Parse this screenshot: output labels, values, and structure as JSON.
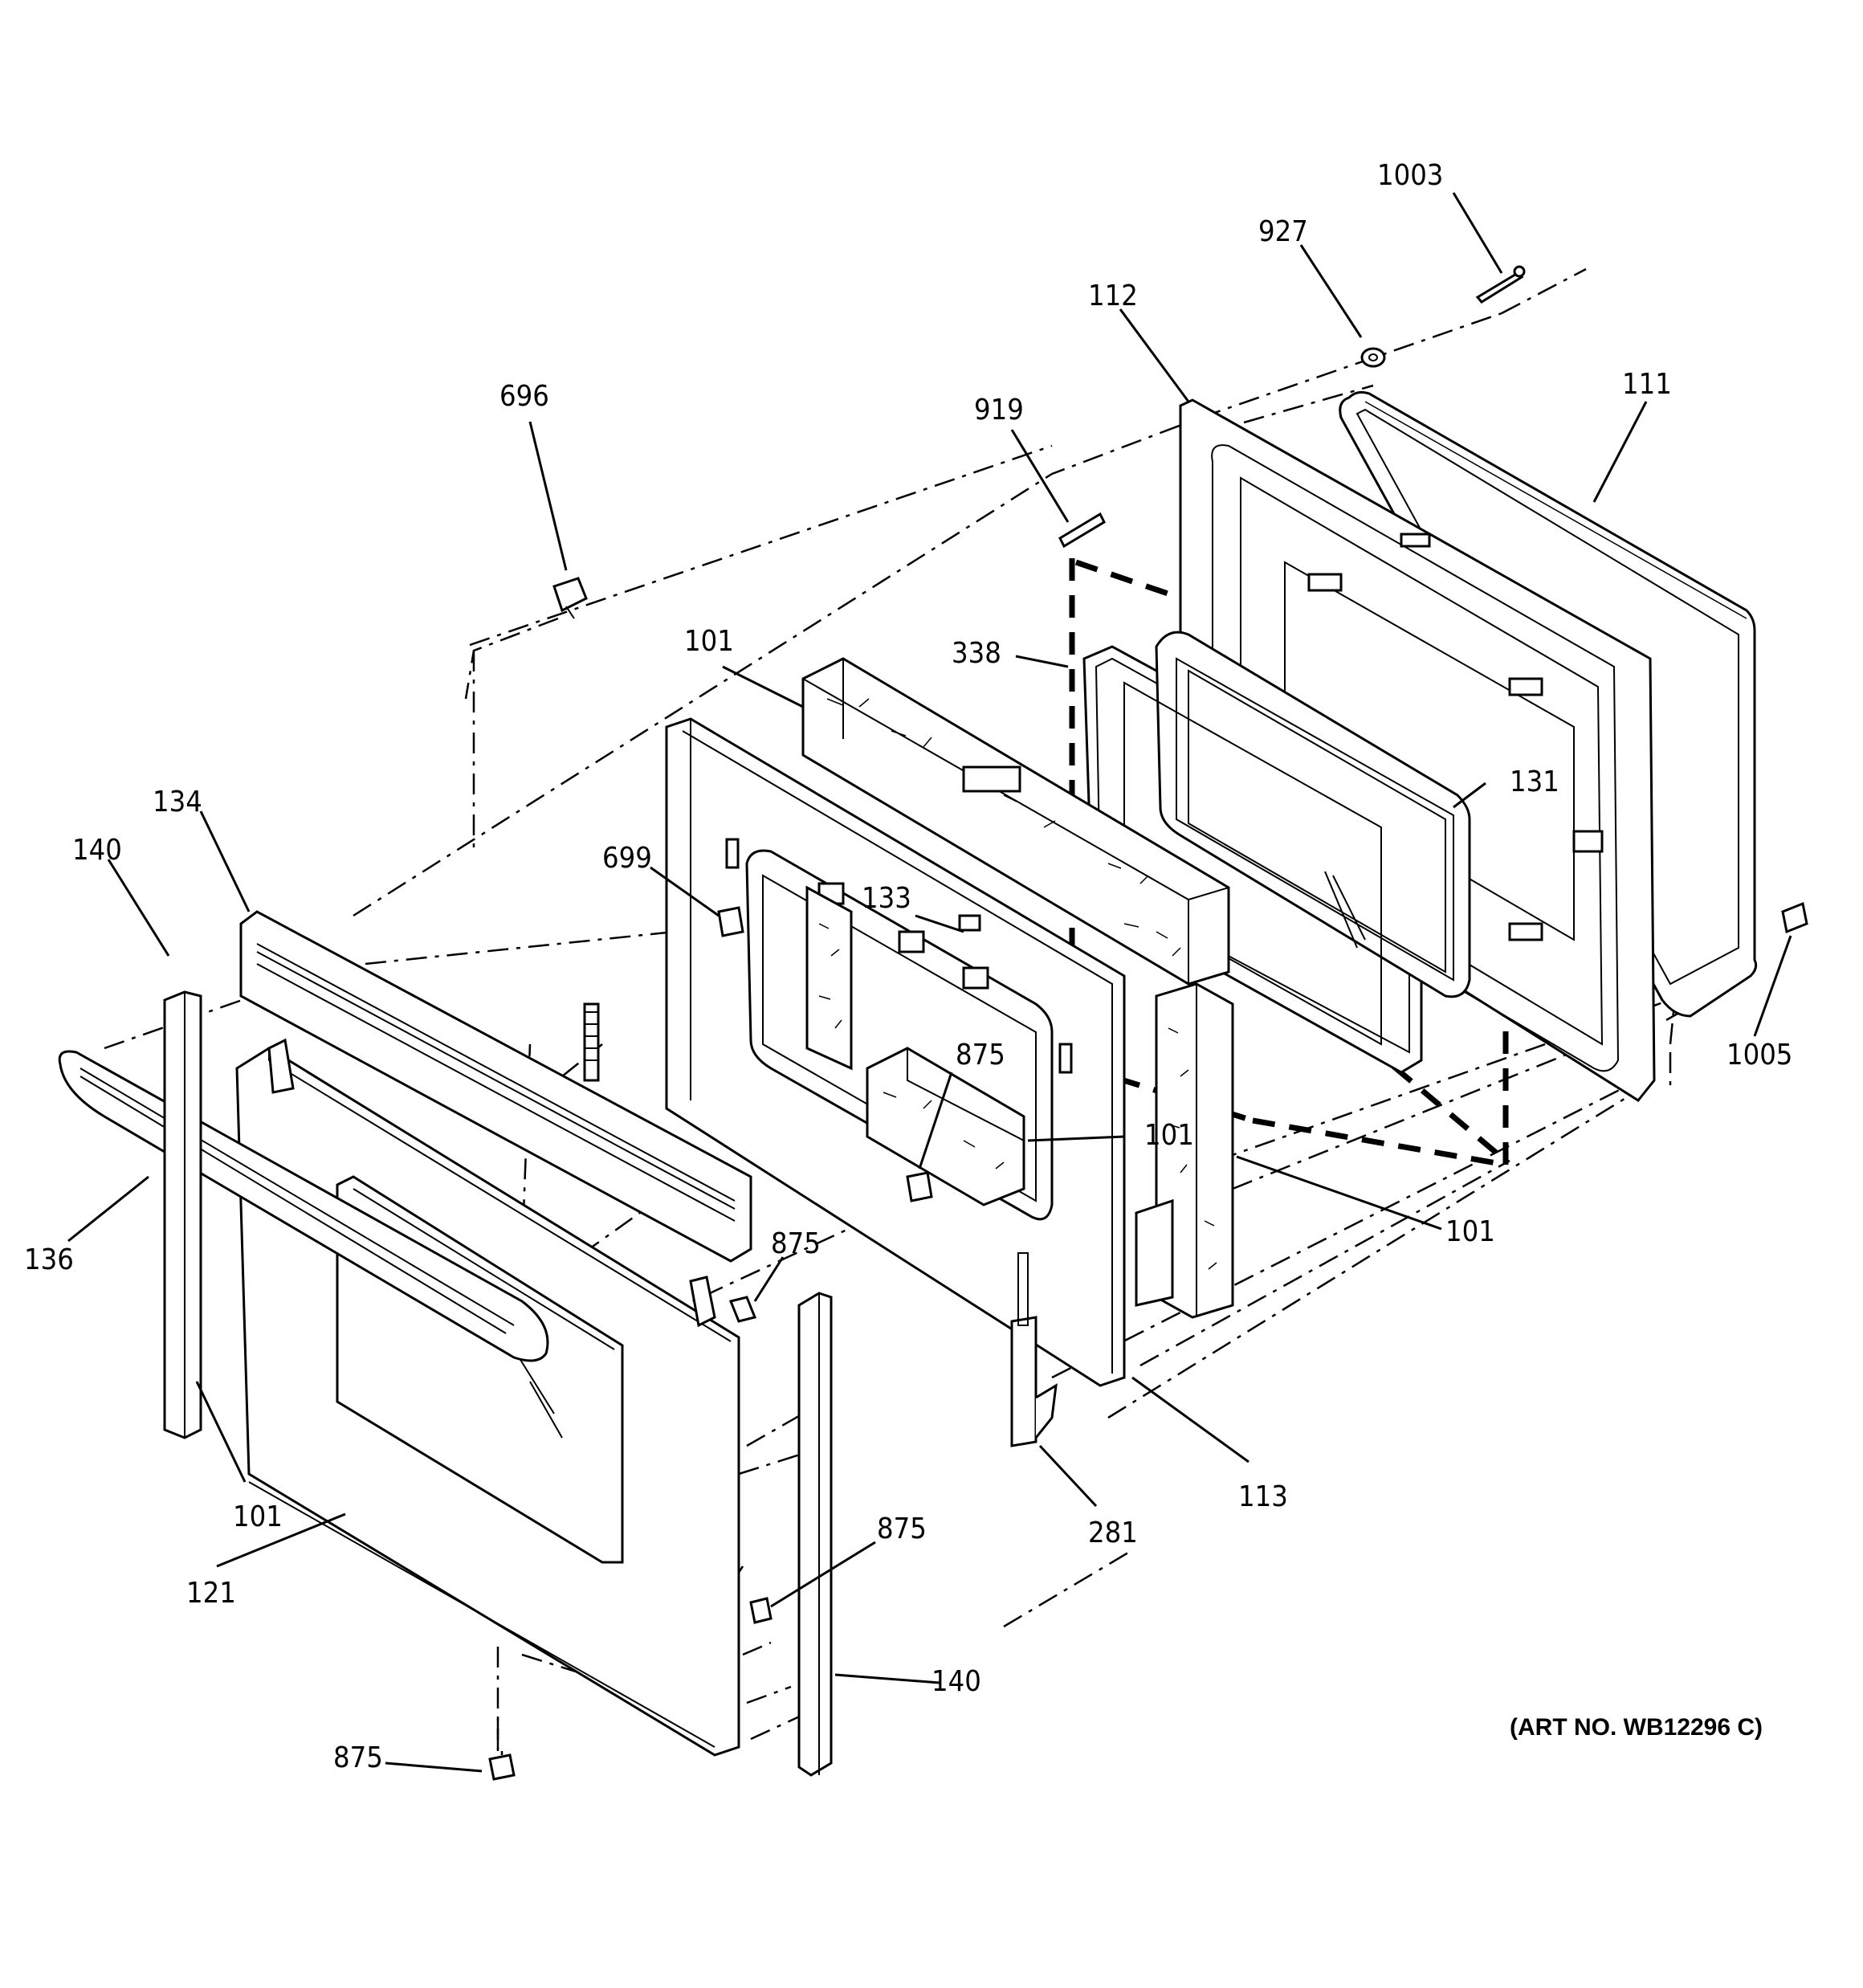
{
  "callouts": {
    "p1003": "1003",
    "p927": "927",
    "p112": "112",
    "p111": "111",
    "p696": "696",
    "p919": "919",
    "p101_top": "101",
    "p338": "338",
    "p131": "131",
    "p134": "134",
    "p140_left": "140",
    "p699": "699",
    "p133": "133",
    "p875_center": "875",
    "p101_center": "101",
    "p1005": "1005",
    "p101_right": "101",
    "p136": "136",
    "p875_mid": "875",
    "p101_left": "101",
    "p113": "113",
    "p281": "281",
    "p121": "121",
    "p875_lower": "875",
    "p140_right": "140",
    "p875_bottom": "875"
  },
  "art_number": "(ART NO. WB12296 C)"
}
